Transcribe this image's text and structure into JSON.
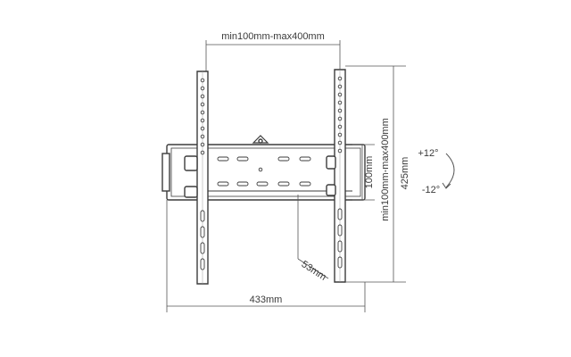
{
  "diagram": {
    "labels": {
      "vesa_horizontal": "min100mm-max400mm",
      "vesa_vertical": "min100mm-max400mm",
      "height_total": "425mm",
      "height_plate": "100mm",
      "depth": "53mm",
      "width_total": "433mm",
      "tilt_up": "+12°",
      "tilt_down": "-12°"
    },
    "colors": {
      "line": "#3c3c3c",
      "dim_line": "#555555",
      "slot": "#ffffff"
    }
  }
}
